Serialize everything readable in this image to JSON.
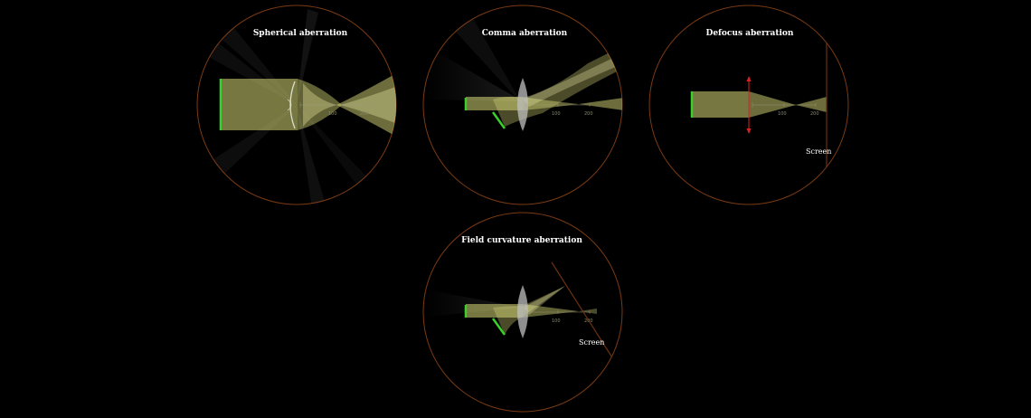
{
  "panels": [
    {
      "id": "spherical",
      "title": "Spherical aberration",
      "screen_label": ""
    },
    {
      "id": "coma",
      "title": "Comma aberration",
      "screen_label": ""
    },
    {
      "id": "defocus",
      "title": "Defocus aberration",
      "screen_label": "Screen"
    },
    {
      "id": "field",
      "title": "Field curvature aberration",
      "screen_label": "Screen"
    }
  ],
  "ruler_ticks": [
    "100",
    "200"
  ],
  "colors": {
    "background": "#000000",
    "circle": "#7a3a12",
    "beam": "#d8d878",
    "source": "#39d12a",
    "lens": "#bfbfbf",
    "screen": "#6a3010",
    "arrow": "#e02020",
    "text": "#ffffff"
  }
}
